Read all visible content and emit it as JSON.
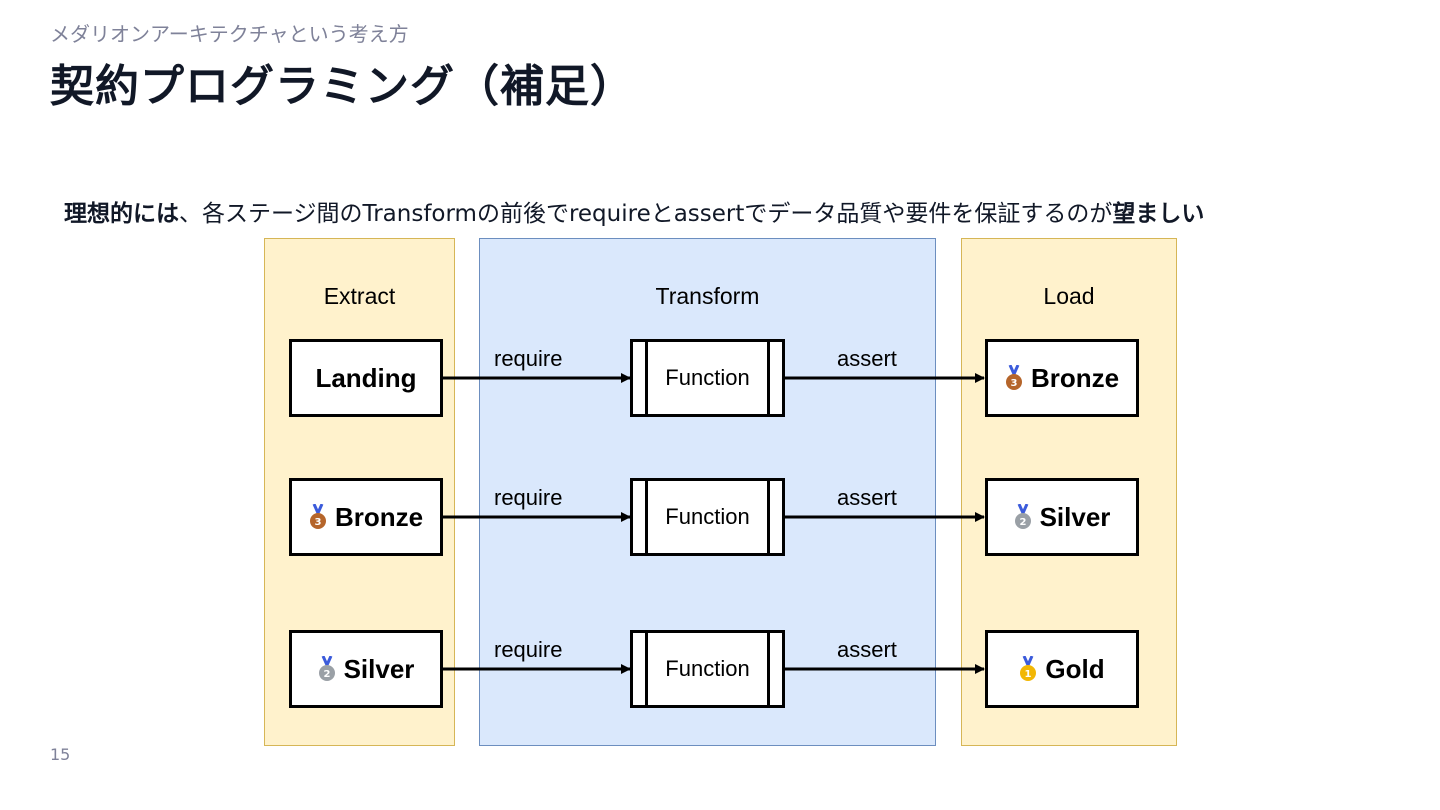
{
  "header": {
    "subtitle": "メダリオンアーキテクチャという考え方",
    "title": "契約プログラミング（補足）"
  },
  "lead": {
    "strong_1": "理想的には",
    "text": "、各ステージ間のTransformの前後でrequireとassertでデータ品質や要件を保証するのが",
    "strong_2": "望ましい"
  },
  "diagram": {
    "panels": {
      "extract": "Extract",
      "transform": "Transform",
      "load": "Load"
    },
    "rows": [
      {
        "source": "Landing",
        "source_medal": "",
        "pre": "require",
        "function": "Function",
        "post": "assert",
        "target": "Bronze",
        "target_medal": "bronze"
      },
      {
        "source": "Bronze",
        "source_medal": "bronze",
        "pre": "require",
        "function": "Function",
        "post": "assert",
        "target": "Silver",
        "target_medal": "silver"
      },
      {
        "source": "Silver",
        "source_medal": "silver",
        "pre": "require",
        "function": "Function",
        "post": "assert",
        "target": "Gold",
        "target_medal": "gold"
      }
    ],
    "medal_colors": {
      "bronze": "#b5652b",
      "silver": "#9aa0a6",
      "gold": "#f2b705"
    }
  },
  "footer": {
    "page_number": "15"
  }
}
